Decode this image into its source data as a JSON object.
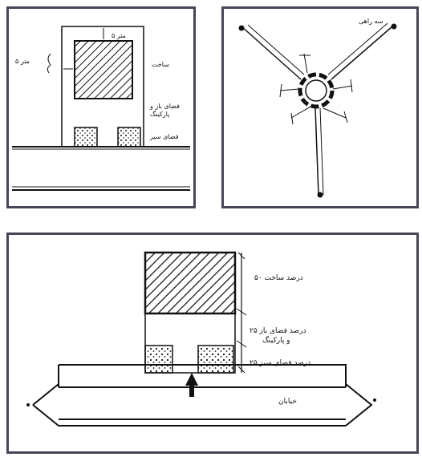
{
  "colors": {
    "frame": "#4a4458",
    "ink": "#111111",
    "paper": "#ffffff"
  },
  "site_plan": {
    "setback_top": "۵ متر",
    "setback_side": "۵ متر",
    "building": "ساخت",
    "open_space": "فضای باز و",
    "open_space_2": "پارکینگ",
    "green_space": "فضای سبز"
  },
  "junction": {
    "label": "سه راهی"
  },
  "proportions": {
    "building_pct": "۵۰ درصد ساخت",
    "open_space_pct": "۲۵ درصد فضای باز",
    "open_space_pct_2": "و پارکینگ",
    "green_space_pct": "۲۵ درصد فضای سبز",
    "street": "خیابان"
  }
}
